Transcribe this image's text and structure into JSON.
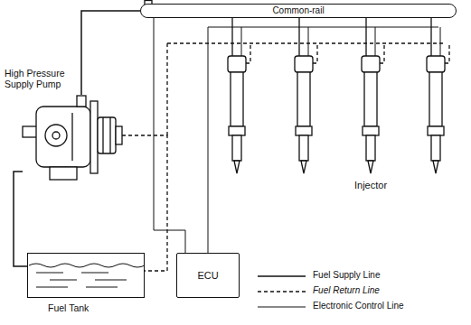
{
  "diagram": {
    "nodes": [
      {
        "text": [
          "Common-rail"
        ]
      },
      {
        "text": [
          "High Pressure Supply Pump"
        ]
      },
      {
        "text": [
          "ECU"
        ]
      },
      {
        "text": [
          "Fuel Tank"
        ]
      }
    ],
    "edges": [
      {
        "from": 1,
        "to": 0,
        "arrow": "none"
      },
      {
        "from": 3,
        "to": 1,
        "arrow": "none"
      },
      {
        "from": 1,
        "to": 3,
        "arrow": "none"
      },
      {
        "from": 0,
        "to": 2,
        "arrow": "none"
      }
    ],
    "labels": [
      "Injector"
    ],
    "legend": [
      {
        "text": "Fuel Supply Line"
      },
      {
        "text": "Fuel Return Line"
      },
      {
        "text": "Electronic Control Line"
      }
    ]
  }
}
